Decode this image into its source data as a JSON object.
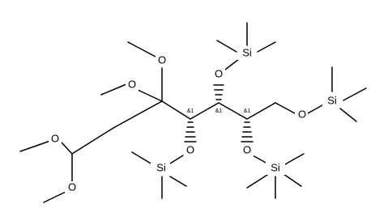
{
  "atoms": {
    "o_methoxy_top": "O",
    "o_methoxy_mid": "O",
    "o_acetal_top": "O",
    "o_acetal_bottom": "O",
    "o_tms_c3": "O",
    "si_c3": "Si",
    "o_tms_c4": "O",
    "si_c4": "Si",
    "o_tms_c5": "O",
    "si_c5": "Si",
    "o_tms_c6": "O",
    "si_c6": "Si"
  },
  "stereo_labels": {
    "c3": "&1",
    "c4": "&1",
    "c5": "&1"
  },
  "colors": {
    "bond": "#000000",
    "text": "#000000",
    "background": "#ffffff"
  }
}
